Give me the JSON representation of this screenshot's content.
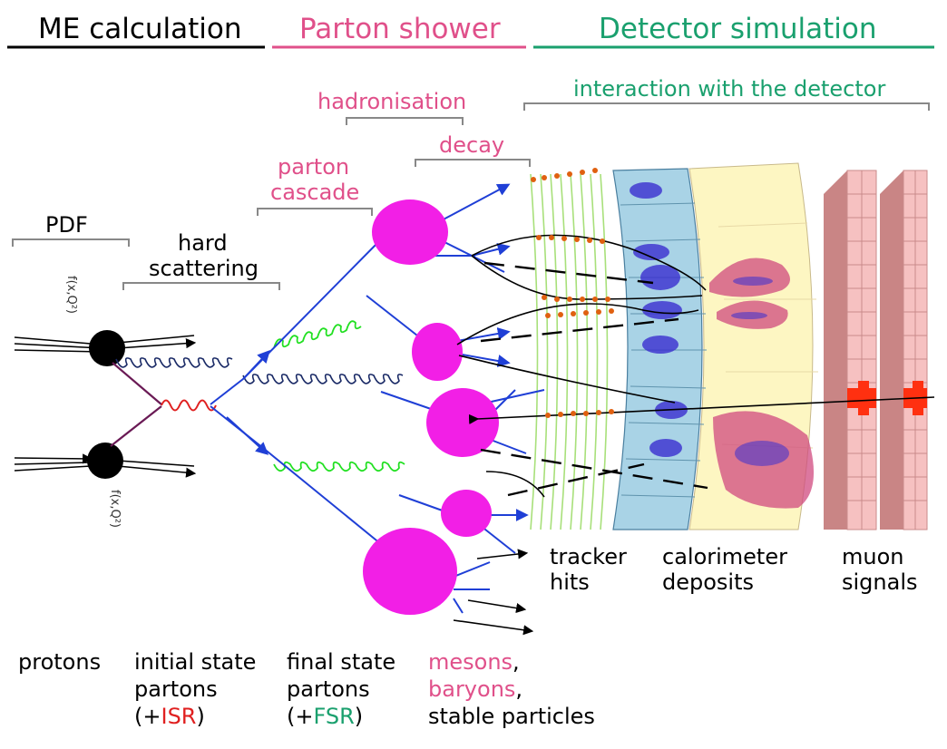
{
  "colors": {
    "black": "#000000",
    "pink": "#e0508a",
    "green": "#1aa06e",
    "red": "#e02020",
    "blob": "#f21fe6",
    "gluon": "#22e022",
    "parton_line": "#1f3fd6",
    "tracker": "#a8e07a",
    "calorimeter_ecal": "#a9d3e6",
    "calorimeter_hcal": "#fdf6c2",
    "muon_chamber": "#f6c1c1",
    "muon_hit": "#ff3010"
  },
  "headers": {
    "me": "ME calculation",
    "parton_shower": "Parton shower",
    "detector": "Detector simulation"
  },
  "stages": {
    "hadronisation": "hadronisation",
    "interaction": "interaction with the detector",
    "decay": "decay",
    "parton_cascade_1": "parton",
    "parton_cascade_2": "cascade",
    "pdf": "PDF",
    "hard_scattering_1": "hard",
    "hard_scattering_2": "scattering"
  },
  "pdf_labels": {
    "top": "f(x,Q²)",
    "bottom": "f(x,Q²)"
  },
  "detector_labels": {
    "tracker_1": "tracker",
    "tracker_2": "hits",
    "calorimeter_1": "calorimeter",
    "calorimeter_2": "deposits",
    "muon_1": "muon",
    "muon_2": "signals"
  },
  "bottom_labels": {
    "protons": "protons",
    "initial_1": "initial state",
    "initial_2": "partons",
    "initial_3_open": "(+",
    "initial_3_isr": "ISR",
    "initial_3_close": ")",
    "final_1": "final state",
    "final_2": "partons",
    "final_3_open": "(+",
    "final_3_fsr": "FSR",
    "final_3_close": ")",
    "mesons": "mesons",
    "mesons_comma": ",",
    "baryons": "baryons",
    "baryons_comma": ",",
    "stable": "stable particles"
  }
}
